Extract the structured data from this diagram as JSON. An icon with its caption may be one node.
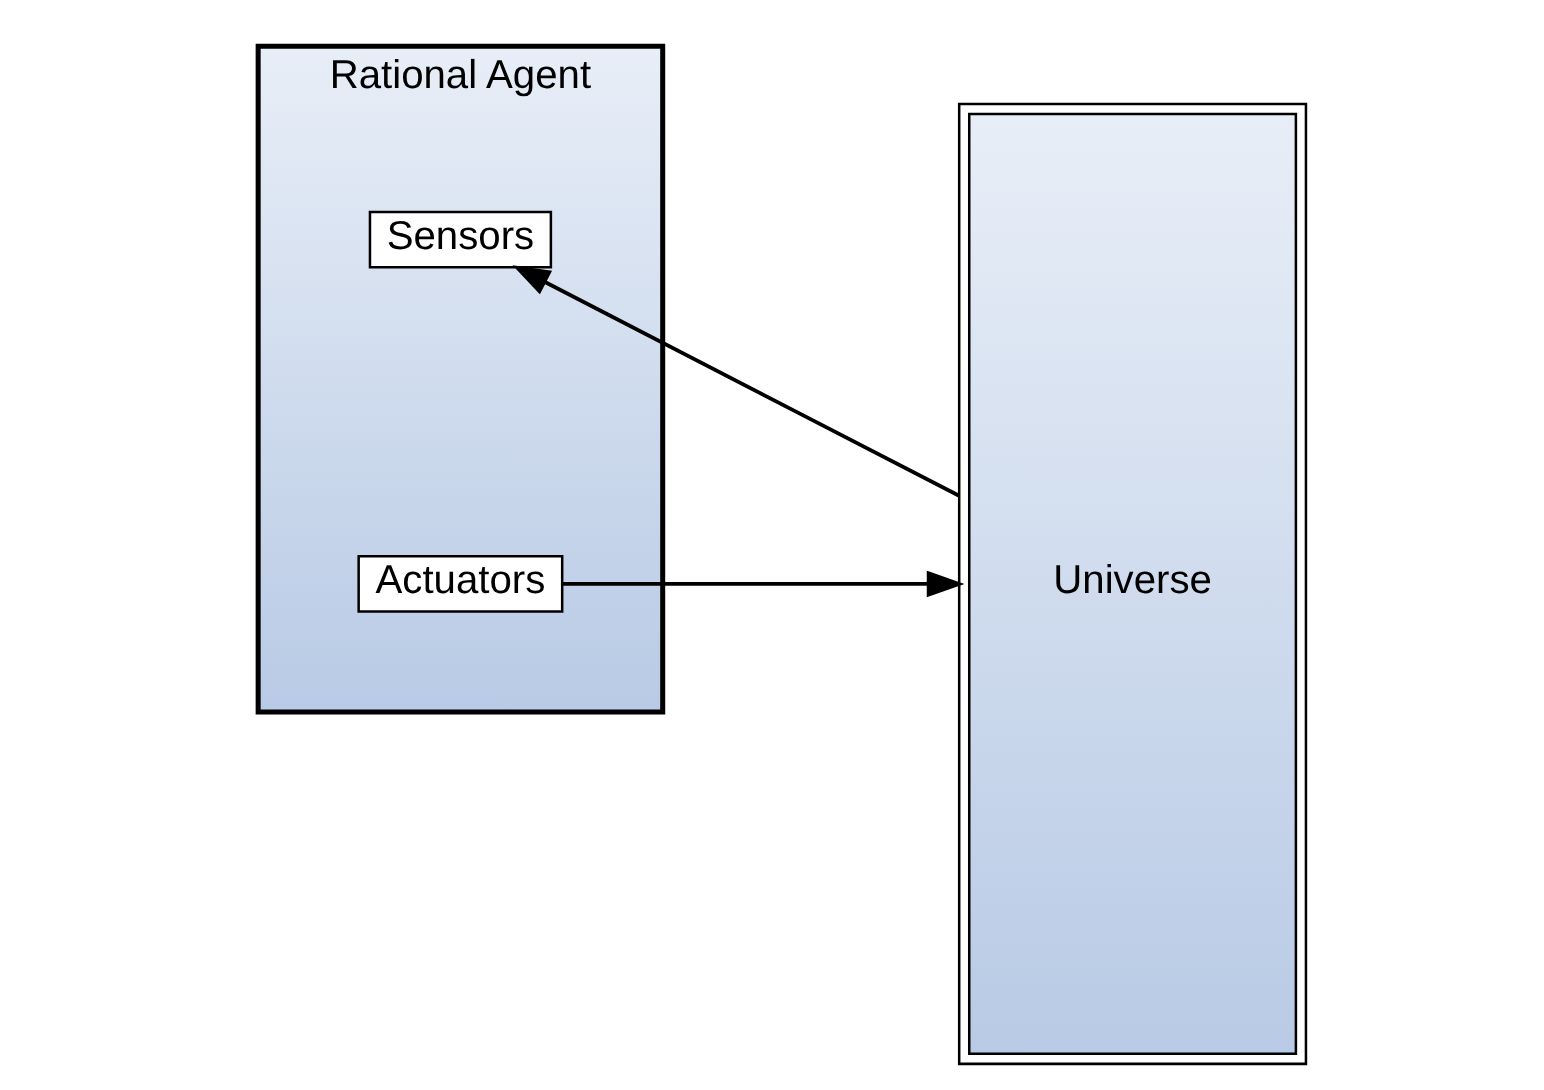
{
  "diagram": {
    "nodes": [
      {
        "text": [
          "Rational Agent"
        ]
      },
      {
        "text": [
          "Sensors"
        ],
        "in": 0
      },
      {
        "text": [
          "Actuators"
        ],
        "in": 0
      },
      {
        "text": [
          "Universe"
        ]
      }
    ],
    "edges": [
      {
        "from": 3,
        "to": 1,
        "arrow": "to"
      },
      {
        "from": 2,
        "to": 3,
        "arrow": "to"
      }
    ]
  }
}
